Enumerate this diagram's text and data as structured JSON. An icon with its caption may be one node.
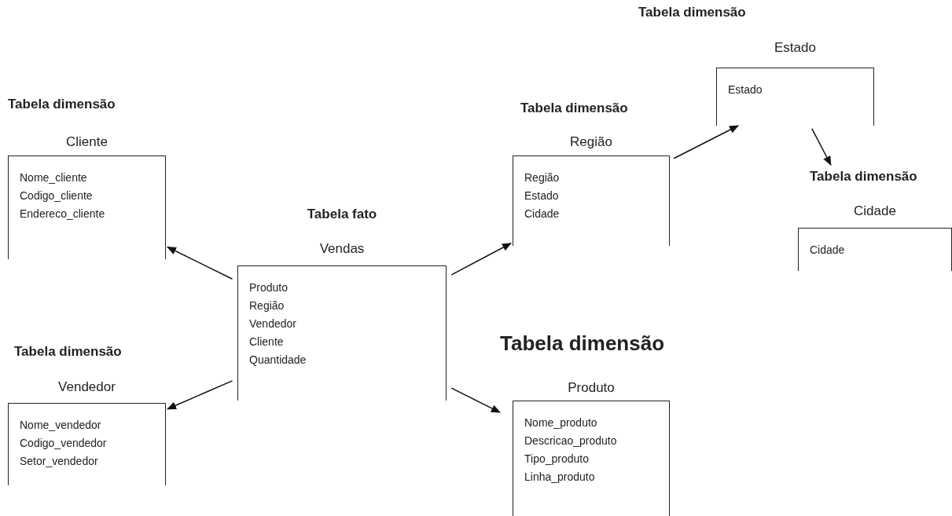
{
  "diagram": {
    "nodes": [
      {
        "text": [
          "Tabela dimensão",
          "Cliente",
          "Nome_cliente",
          "Codigo_cliente",
          "Endereco_cliente"
        ]
      },
      {
        "text": [
          "Tabela fato",
          "Vendas",
          "Produto",
          "Região",
          "Vendedor",
          "Cliente",
          "Quantidade"
        ]
      },
      {
        "text": [
          "Tabela dimensão",
          "Vendedor",
          "Nome_vendedor",
          "Codigo_vendedor",
          "Setor_vendedor"
        ]
      },
      {
        "text": [
          "Tabela dimensão",
          "Região",
          "Região",
          "Estado",
          "Cidade"
        ]
      },
      {
        "text": [
          "Tabela dimensão",
          "Estado",
          "Estado"
        ]
      },
      {
        "text": [
          "Tabela dimensão",
          "Cidade",
          "Cidade"
        ]
      },
      {
        "text": [
          "Tabela dimensão",
          "Produto",
          "Nome_produto",
          "Descricao_produto",
          "Tipo_produto",
          "Linha_produto"
        ]
      }
    ],
    "edges": [
      {
        "from": 1,
        "to": 0,
        "arrow": "to"
      },
      {
        "from": 1,
        "to": 2,
        "arrow": "to"
      },
      {
        "from": 1,
        "to": 3,
        "arrow": "to"
      },
      {
        "from": 1,
        "to": 6,
        "arrow": "to"
      },
      {
        "from": 3,
        "to": 4,
        "arrow": "to"
      },
      {
        "from": 4,
        "to": 5,
        "arrow": "to"
      }
    ]
  }
}
